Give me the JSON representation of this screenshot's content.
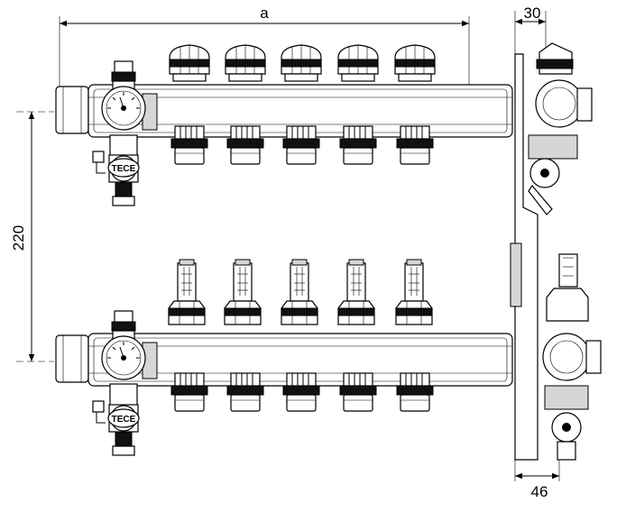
{
  "dimensions": {
    "width_label": "a",
    "spacing_label": "220",
    "side_top_label": "30",
    "side_bottom_label": "46"
  },
  "brand_label": "TECE",
  "circuits_per_manifold": 5
}
